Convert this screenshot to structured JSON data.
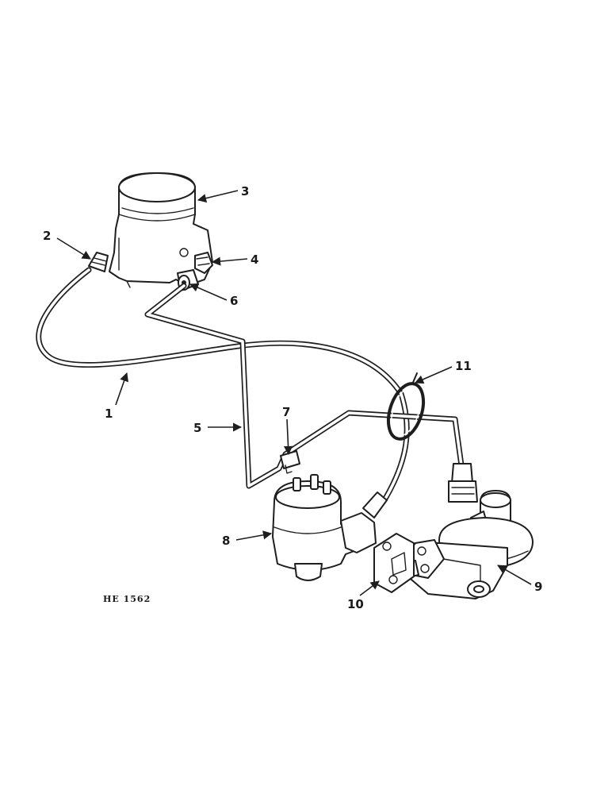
{
  "diagram": {
    "drawing_code": "HE 1562",
    "callouts": [
      {
        "id": "c1",
        "label": "1"
      },
      {
        "id": "c2",
        "label": "2"
      },
      {
        "id": "c3",
        "label": "3"
      },
      {
        "id": "c4",
        "label": "4"
      },
      {
        "id": "c5",
        "label": "5"
      },
      {
        "id": "c6",
        "label": "6"
      },
      {
        "id": "c7",
        "label": "7"
      },
      {
        "id": "c8",
        "label": "8"
      },
      {
        "id": "c9",
        "label": "9"
      },
      {
        "id": "c10",
        "label": "10"
      },
      {
        "id": "c11",
        "label": "11"
      }
    ]
  }
}
